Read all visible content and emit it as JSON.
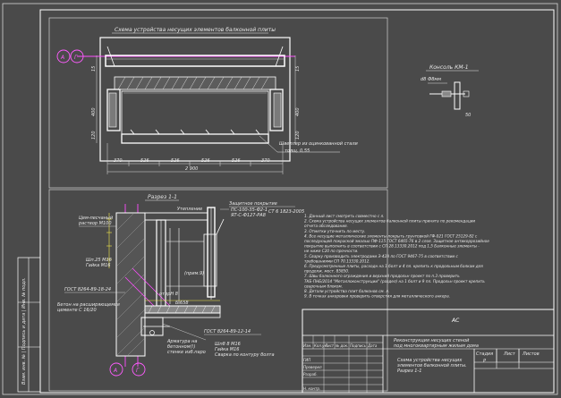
{
  "plan": {
    "title": "Схема устройства несущих элементов балконной плиты",
    "axis_a": "А",
    "axis_g": "Г",
    "callout": "Швеллер из оцинкованной стали",
    "callout2": "толщ. 0,55",
    "dims_bottom": [
      "370",
      "526",
      "526",
      "526",
      "526",
      "370"
    ],
    "dim_total": "2 900",
    "dim_left_a": "15",
    "dim_left_b": "400",
    "dim_left_c": "120",
    "dim_right_a": "400",
    "dim_right_b": "15",
    "dim_right_c": "120"
  },
  "console": {
    "title": "Консоль КМ-1",
    "dim": "d8 Ф8мм",
    "dim2": "50"
  },
  "section": {
    "title": "Разрез 1-1",
    "labels_left": [
      "Цем-песчаный",
      "раствор М100",
      "Шп.25 М16",
      "Гайка М16",
      "ГОСТ 8264-89-18-24",
      "Бетон на расширяющемся",
      "цементе С 16/20"
    ],
    "labels_top": [
      "Утепление",
      "Защитное покрытие",
      "ПС-100-35-Ф2-1",
      "ЯТ-С-Ф127-РА8",
      "СТ 6 1823-2005"
    ],
    "labels_mid": [
      "(прим.9)",
      "отпрН 8",
      "Б 658"
    ],
    "labels_bottom": [
      "Арматура на",
      "бетонном(!)",
      "стенке изб.паро",
      "ГОСТ 8264-89-12-14",
      "Шп8 8 М16",
      "Гайка М16",
      "Сварка по контуру болта"
    ],
    "axis_a": "А",
    "axis_g": "Г"
  },
  "notes": {
    "lines": [
      "1. Данный лист смотреть совместно с л.",
      "2. Схема устройства несущих элементов балконной плиты принята по рекомендации",
      "   отчета обследования.",
      "3. Отметки уточнить по месту.",
      "4. Все несущие металлические элементы покрыть грунтовкой ГФ-021 ГОСТ 25129-82 с",
      "   последующей покраской эмалью ПФ-115 ГОСТ 6465-76 в 2 слоя. Защитное антикоррозийное",
      "   покрытие выполнить в соответствии с СП 28.13330.2012 под 1,5 Балконные элементы -",
      "   не ниже С20 по прочности.",
      "5. Сварку производить электродами Э-42А по ГОСТ 9467-75 в соответствии с",
      "   требованиями СП 70.13330.2012.",
      "6. Предусмотренные плиты, расходн на 1 болт и 4 пл. крепить к продольным балкам для",
      "   продолж. мост. 85850.",
      "7. Швы балконного ограждения и верхний продольн проект по п.3 проверить",
      "   ТКБ-ПНБ/2014 \"Металлоконструкции\" (раздел) на 1 болт и 9 пл. Продольн проект крепить",
      "   сварочным блоком.",
      "8. Детали устройства плит балконов см. л.",
      "9. В точках анкеровки проверить отверстия для металлического анкера."
    ]
  },
  "stamp": {
    "code": "АС",
    "title1": "Реконструкция несущих стеной",
    "title2": "под многоквартирным жилым дома",
    "subtitle1": "Схема устройства несущих",
    "subtitle2": "элементов балконной плиты.",
    "subtitle3": "Разрез 1-1",
    "col_stage": "Стадия",
    "col_sheet": "Лист",
    "col_sheets": "Листов",
    "stage_value": "Р",
    "rows": [
      "Изм.",
      "Кол.уч.",
      "Лист",
      "№ док.",
      "Подпись",
      "Дата"
    ],
    "roles": [
      "ГИП",
      "Проверил",
      "Разраб.",
      "Н. контр."
    ]
  },
  "left_strip": {
    "text": "Взам. инв. № | Подпись и дата | Инв. № подл."
  }
}
